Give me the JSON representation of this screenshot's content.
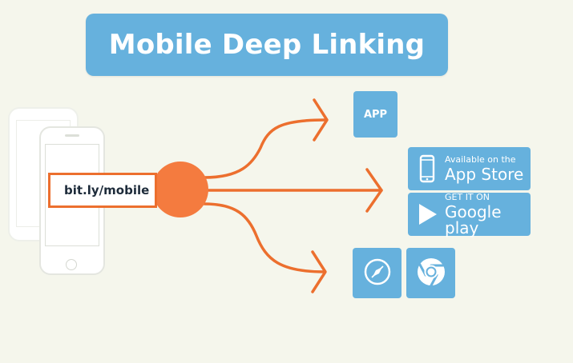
{
  "header": {
    "title": "Mobile Deep Linking"
  },
  "link": {
    "url": "bit.ly/mobile"
  },
  "targets": {
    "app_label": "APP",
    "app_store": {
      "small": "Available on the",
      "big": "App Store",
      "icon": "smartphone-icon"
    },
    "google_play": {
      "small": "GET IT ON",
      "big": "Google play",
      "icon": "play-triangle-icon"
    },
    "browsers": [
      {
        "name": "safari",
        "icon": "compass-icon"
      },
      {
        "name": "chrome",
        "icon": "chrome-icon"
      }
    ]
  },
  "colors": {
    "accent_orange": "#ec6f2e",
    "node_orange": "#f47b3f",
    "tile_blue": "#66b1dd",
    "background": "#f5f6ec"
  }
}
